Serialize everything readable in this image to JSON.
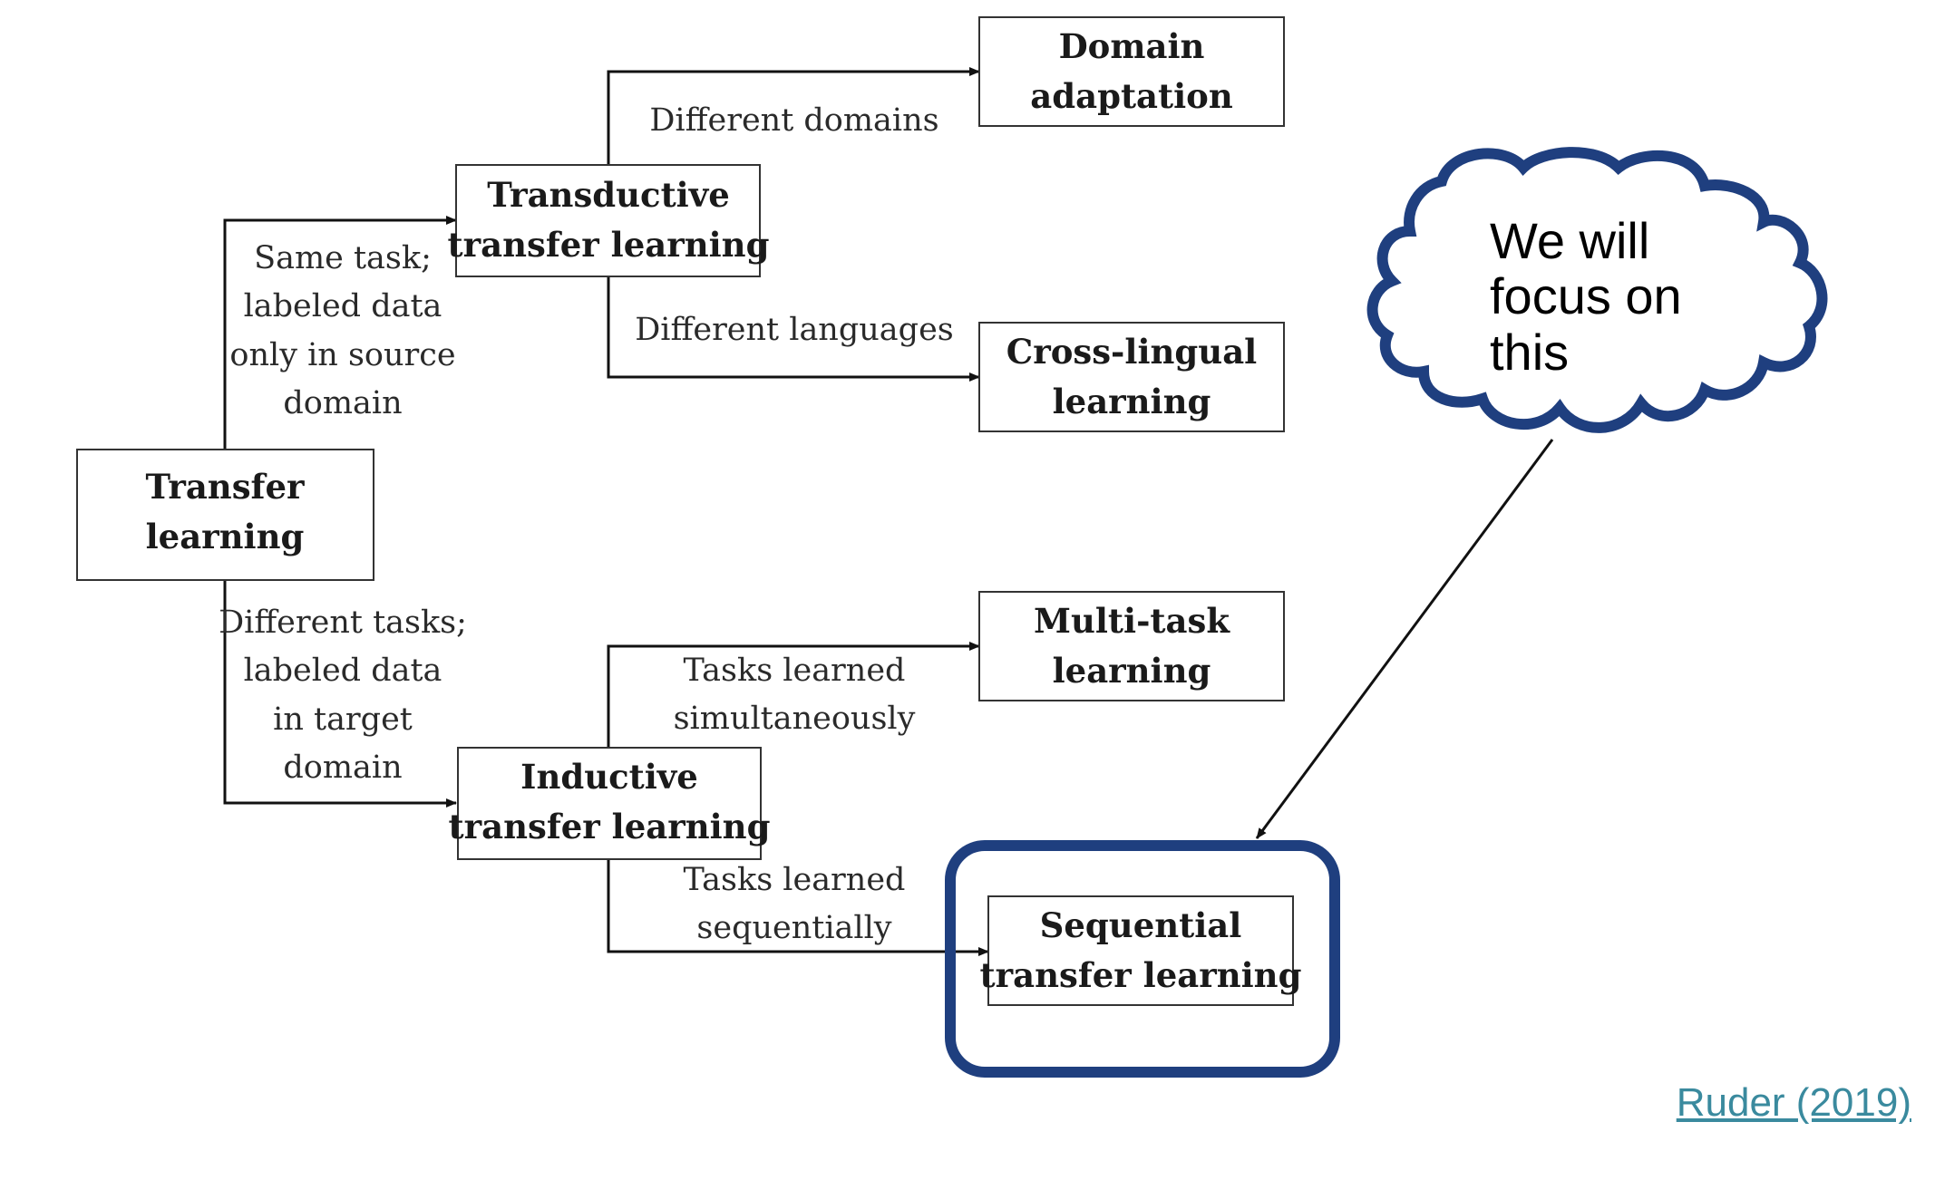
{
  "nodes": {
    "transfer": [
      "Transfer",
      "learning"
    ],
    "transductive": [
      "Transductive",
      "transfer learning"
    ],
    "inductive": [
      "Inductive",
      "transfer learning"
    ],
    "domain_adaptation": [
      "Domain",
      "adaptation"
    ],
    "cross_lingual": [
      "Cross-lingual",
      "learning"
    ],
    "multi_task": [
      "Multi-task",
      "learning"
    ],
    "sequential": [
      "Sequential",
      "transfer learning"
    ]
  },
  "edge_labels": {
    "same_task": [
      "Same task;",
      "labeled data",
      "only in source",
      "domain"
    ],
    "different_tasks": [
      "Different tasks;",
      "labeled data",
      "in target",
      "domain"
    ],
    "different_domains": [
      "Different domains"
    ],
    "different_languages": [
      "Different languages"
    ],
    "simultaneous": [
      "Tasks learned",
      "simultaneously"
    ],
    "sequential": [
      "Tasks learned",
      "sequentially"
    ]
  },
  "callout": {
    "lines": [
      "We will",
      "focus on",
      "this"
    ]
  },
  "citation": {
    "text": "Ruder (2019)"
  },
  "colors": {
    "highlight": "#1f3f7f",
    "citation": "#3a8a9e"
  }
}
